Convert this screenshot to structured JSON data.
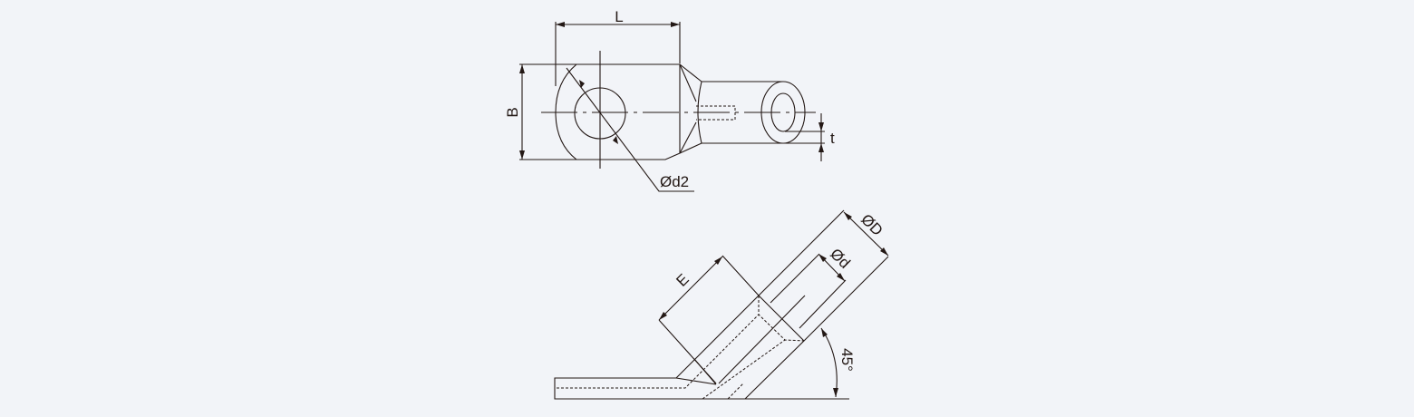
{
  "diagram": {
    "top_view": {
      "dim_length": "L",
      "dim_width": "B",
      "dim_thickness": "t",
      "dim_hole": "Ød2"
    },
    "side_view": {
      "dim_E": "E",
      "dim_outer_diameter": "ØD",
      "dim_inner_diameter": "Ød",
      "angle": "45°"
    },
    "colors": {
      "line": "#231815",
      "background": "#f2f4f8"
    }
  }
}
